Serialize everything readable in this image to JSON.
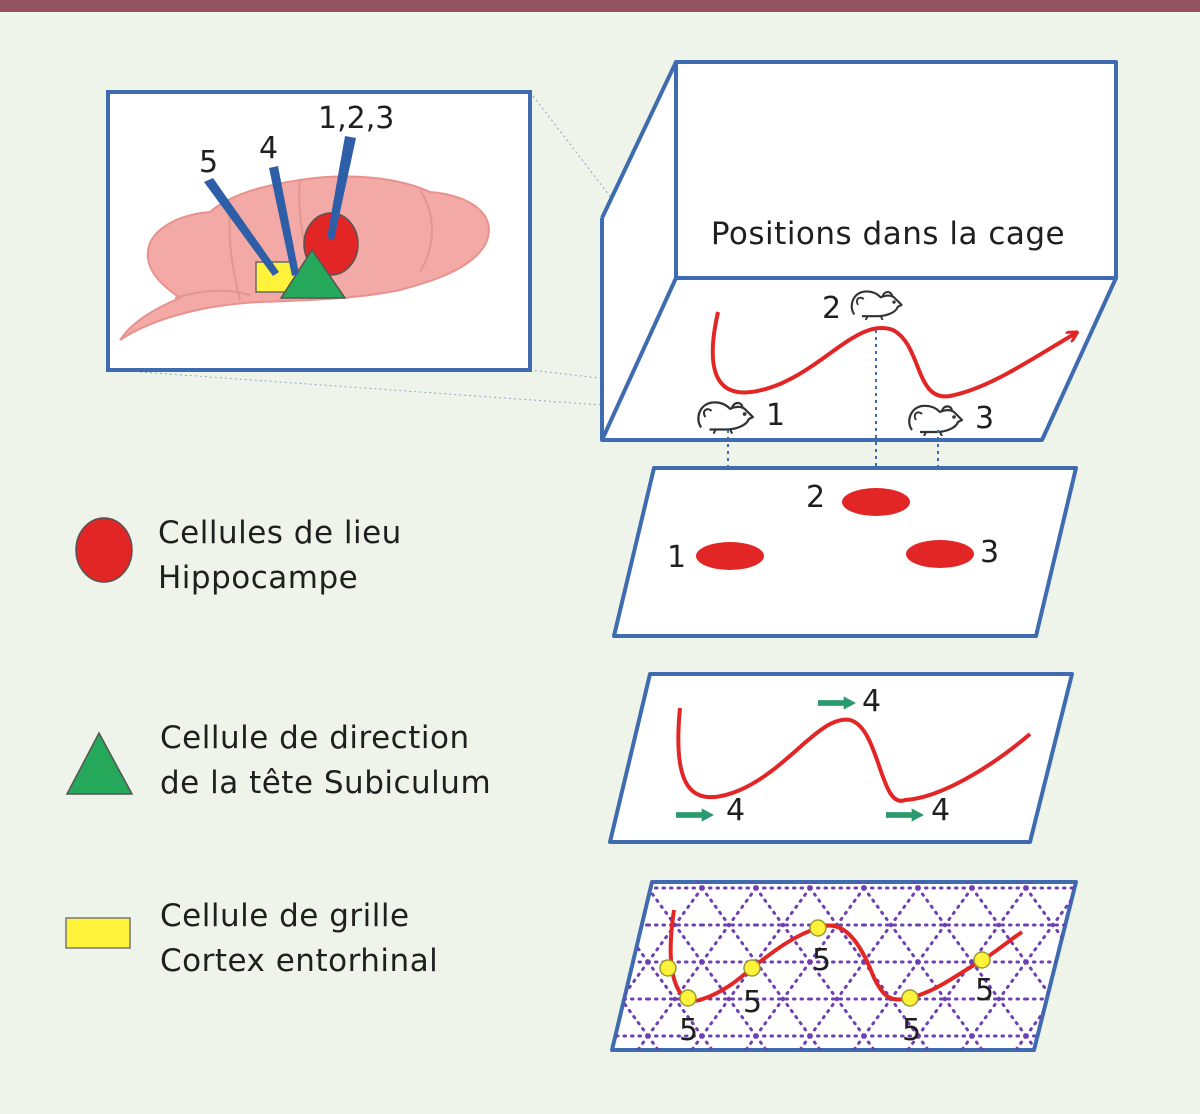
{
  "colors": {
    "top_bar": "#94525e",
    "background": "#eef4e9",
    "frame_blue": "#3f6bb0",
    "red": "#e22626",
    "green": "#26a85a",
    "yellow": "#fff23a",
    "brain": "#f3a9a5",
    "grid_purple": "#6e3eb3",
    "arrow_green": "#2a9a6e"
  },
  "brain_inset": {
    "electrode_labels": {
      "place": "1,2,3",
      "head_direction": "4",
      "grid": "5"
    }
  },
  "cage": {
    "title": "Positions dans la cage",
    "positions": [
      "1",
      "2",
      "3"
    ],
    "mouse_icon": "mouse-icon"
  },
  "place_fields": {
    "labels": [
      "1",
      "2",
      "3"
    ]
  },
  "head_direction": {
    "labels": [
      "4",
      "4",
      "4"
    ],
    "arrow_icon": "arrow-right-icon"
  },
  "grid": {
    "labels": [
      "5",
      "5",
      "5",
      "5",
      "5"
    ]
  },
  "legend": [
    {
      "shape": "circle",
      "line1": "Cellules de lieu",
      "line2": "Hippocampe"
    },
    {
      "shape": "triangle",
      "line1": "Cellule de direction",
      "line2": "de la tête Subiculum"
    },
    {
      "shape": "rectangle",
      "line1": "Cellule de grille",
      "line2": "Cortex entorhinal"
    }
  ]
}
